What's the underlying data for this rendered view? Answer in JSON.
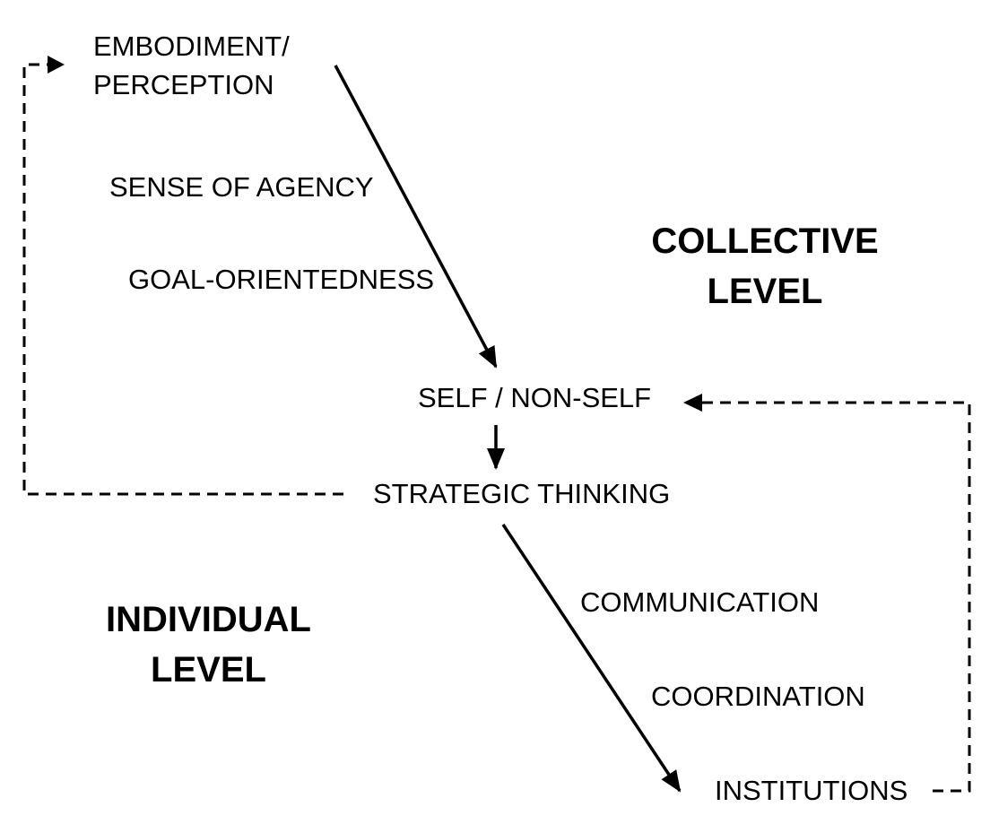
{
  "diagram": {
    "nodes": {
      "embodiment": [
        "EMBODIMENT/",
        "PERCEPTION"
      ],
      "sense_of_agency": "SENSE OF AGENCY",
      "goal_orientedness": "GOAL-ORIENTEDNESS",
      "self_nonself": "SELF / NON-SELF",
      "strategic_thinking": "STRATEGIC THINKING",
      "communication": "COMMUNICATION",
      "coordination": "COORDINATION",
      "institutions": "INSTITUTIONS"
    },
    "levels": {
      "collective": [
        "COLLECTIVE",
        "LEVEL"
      ],
      "individual": [
        "INDIVIDUAL",
        "LEVEL"
      ]
    },
    "colors": {
      "ink": "#000000",
      "background": "#ffffff"
    }
  }
}
